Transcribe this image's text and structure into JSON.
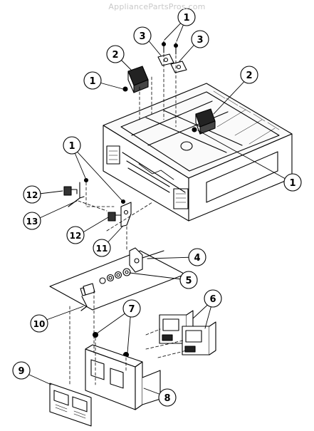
{
  "watermark": "AppliancePartsPros.com",
  "callouts": [
    {
      "id": "c1a",
      "number": "1"
    },
    {
      "id": "c3a",
      "number": "3"
    },
    {
      "id": "c3b",
      "number": "3"
    },
    {
      "id": "c2a",
      "number": "2"
    },
    {
      "id": "c1b",
      "number": "1"
    },
    {
      "id": "c2b",
      "number": "2"
    },
    {
      "id": "c1c",
      "number": "1"
    },
    {
      "id": "c1d",
      "number": "1"
    },
    {
      "id": "c12a",
      "number": "12"
    },
    {
      "id": "c13",
      "number": "13"
    },
    {
      "id": "c12b",
      "number": "12"
    },
    {
      "id": "c11",
      "number": "11"
    },
    {
      "id": "c4",
      "number": "4"
    },
    {
      "id": "c5",
      "number": "5"
    },
    {
      "id": "c6",
      "number": "6"
    },
    {
      "id": "c7",
      "number": "7"
    },
    {
      "id": "c10",
      "number": "10"
    },
    {
      "id": "c9",
      "number": "9"
    },
    {
      "id": "c8",
      "number": "8"
    }
  ]
}
